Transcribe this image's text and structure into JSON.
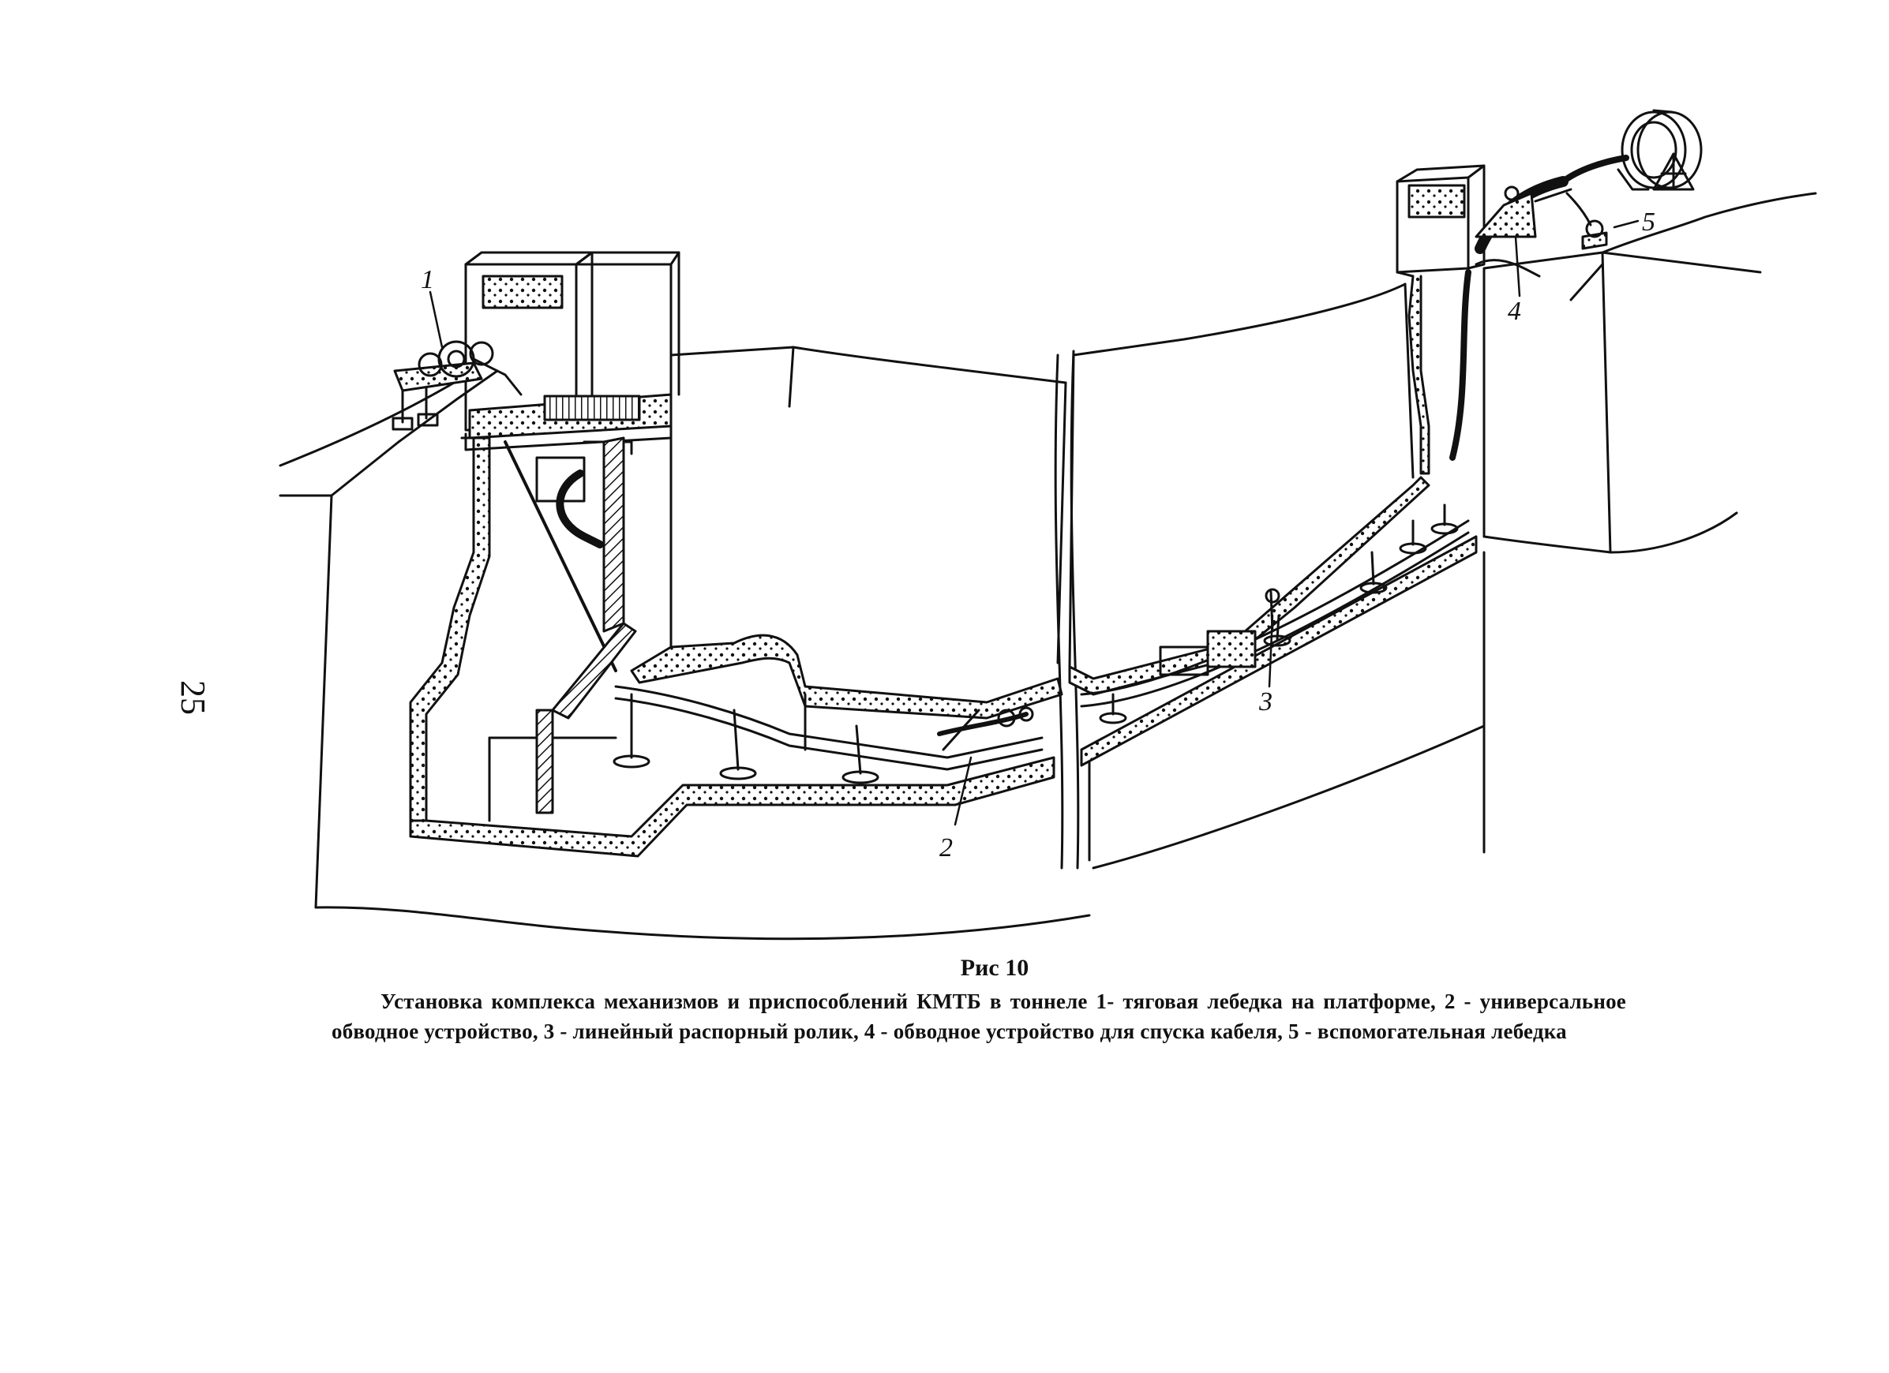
{
  "page": {
    "number": "25"
  },
  "figure": {
    "callouts": {
      "c1": "1",
      "c2": "2",
      "c3": "3",
      "c4": "4",
      "c5": "5"
    },
    "title": "Рис 10",
    "caption": "Установка комплекса механизмов и приспособлений КМТБ в тоннеле 1- тяговая лебедка на платформе, 2 - универсальное обводное устройство, 3 - линейный распорный ролик, 4 - обводное устройство для спуска кабеля, 5 - вспомогательная лебедка"
  }
}
